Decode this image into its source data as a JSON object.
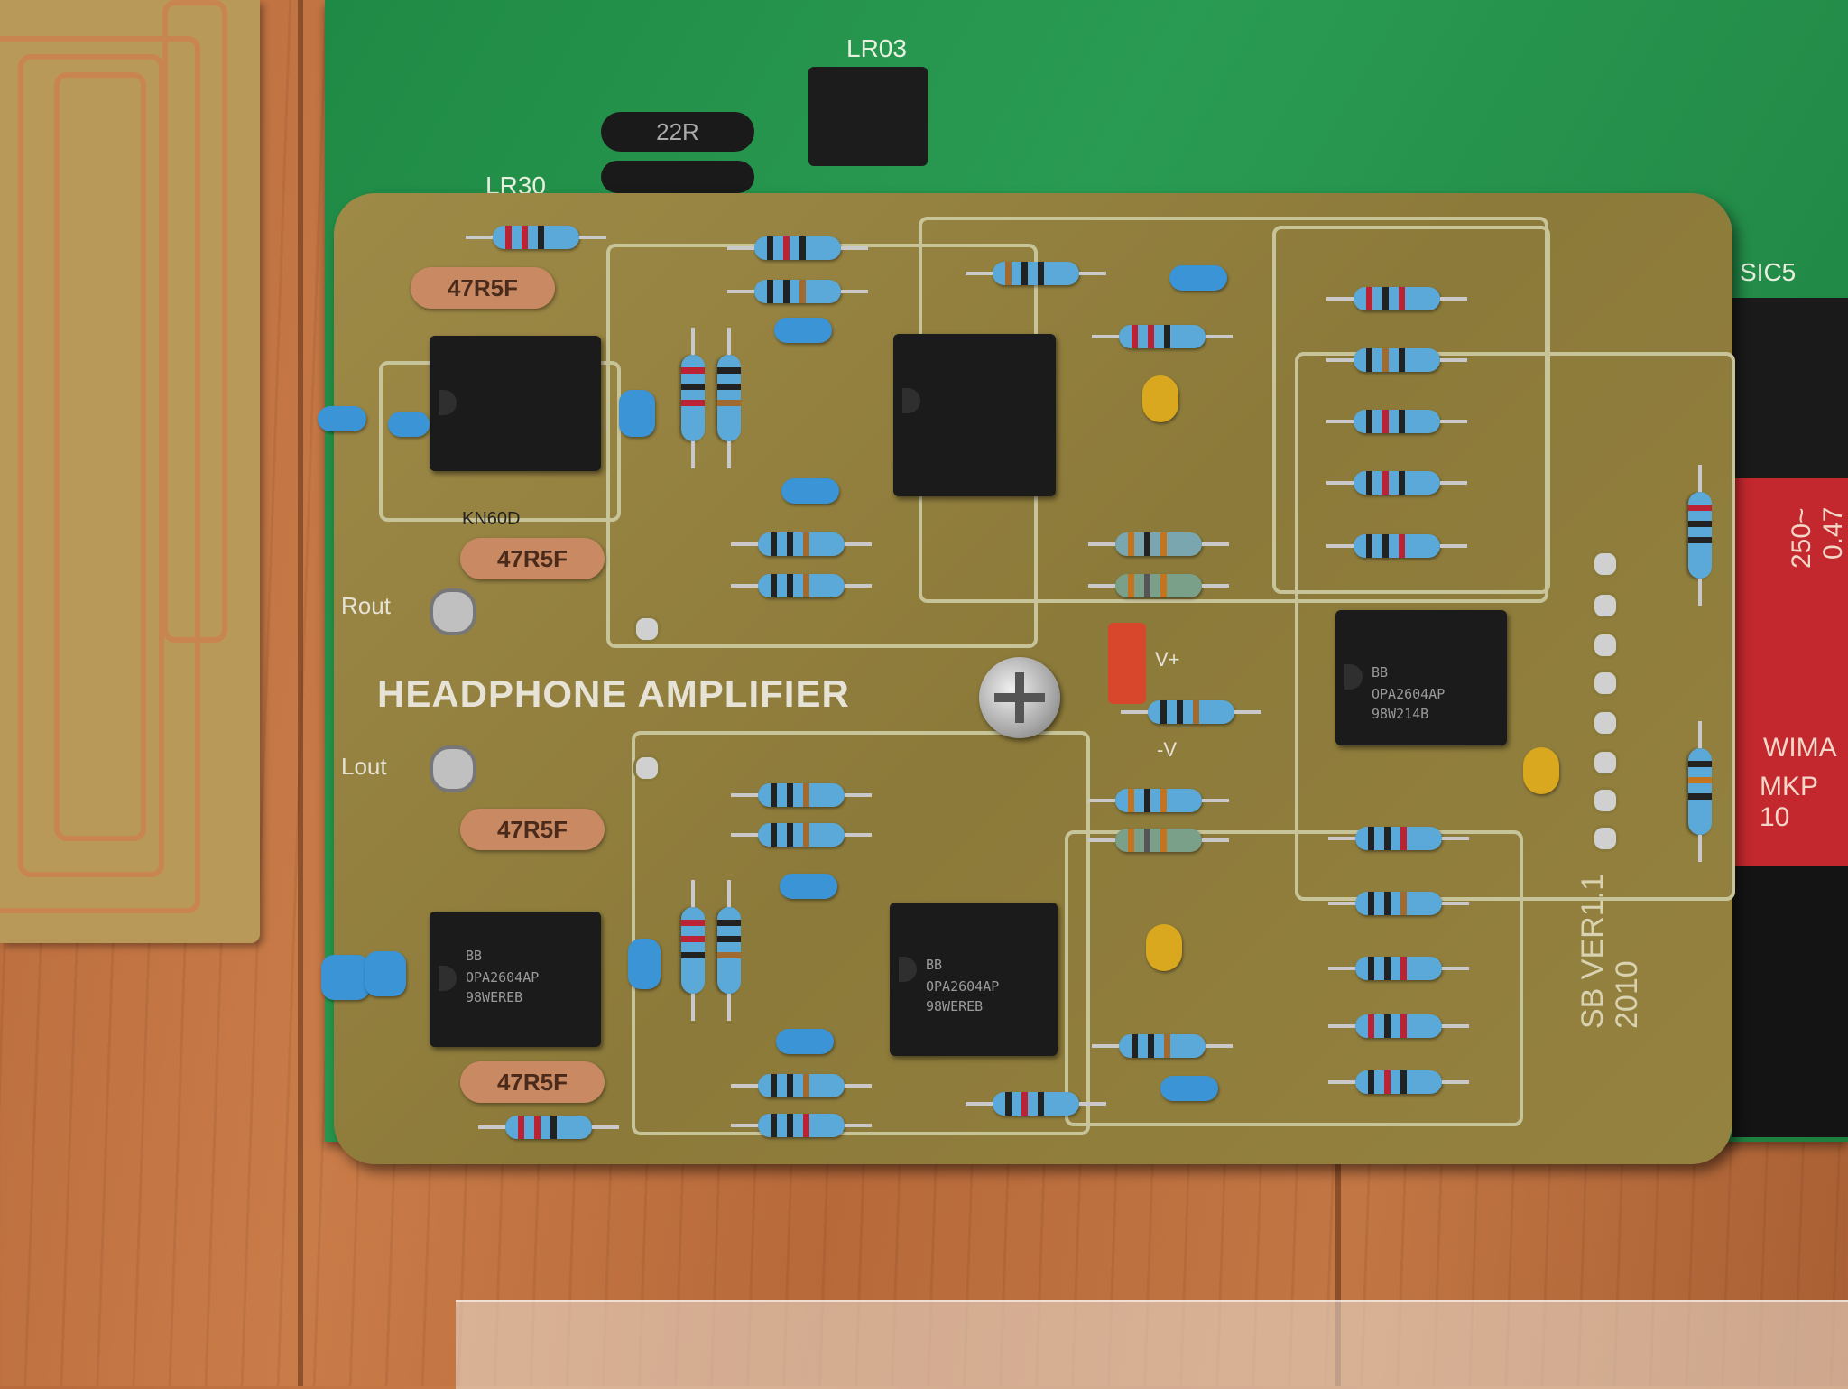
{
  "board": {
    "title": "HEADPHONE AMPLIFIER",
    "version_line1": "SB VER1.1",
    "version_line2": "2010",
    "label_rout": "Rout",
    "label_lout": "Lout",
    "label_vplus": "V+",
    "label_vminus": "-V"
  },
  "background_board": {
    "label_r03": "LR03",
    "label_r30": "LR30",
    "label_sic5": "SIC5",
    "label_22r": "22R"
  },
  "components": {
    "big_resistor_labels": [
      "47R5F",
      "47R5F",
      "47R5F",
      "47R5F"
    ],
    "big_resistor_top_mark": "KN60D",
    "ic_marks": [
      {
        "line1": "OPA2604AP",
        "line2": "98W214B"
      },
      {
        "line1": "OPA2604AP",
        "line2": "98WEREB"
      },
      {
        "line1": "OPA2604AP",
        "line2": "98WEREB"
      }
    ],
    "ic_logo": "BB"
  },
  "capacitor": {
    "value_line1": "0.47",
    "value_line2": "250~",
    "brand": "WIMA",
    "series": "MKP 10"
  },
  "colors": {
    "hp_board": "#9e8a47",
    "green_board": "#2a9b52",
    "resistor_body": "#5aa9d8",
    "ic_body": "#1b1b1b",
    "wood": "#c27644"
  }
}
